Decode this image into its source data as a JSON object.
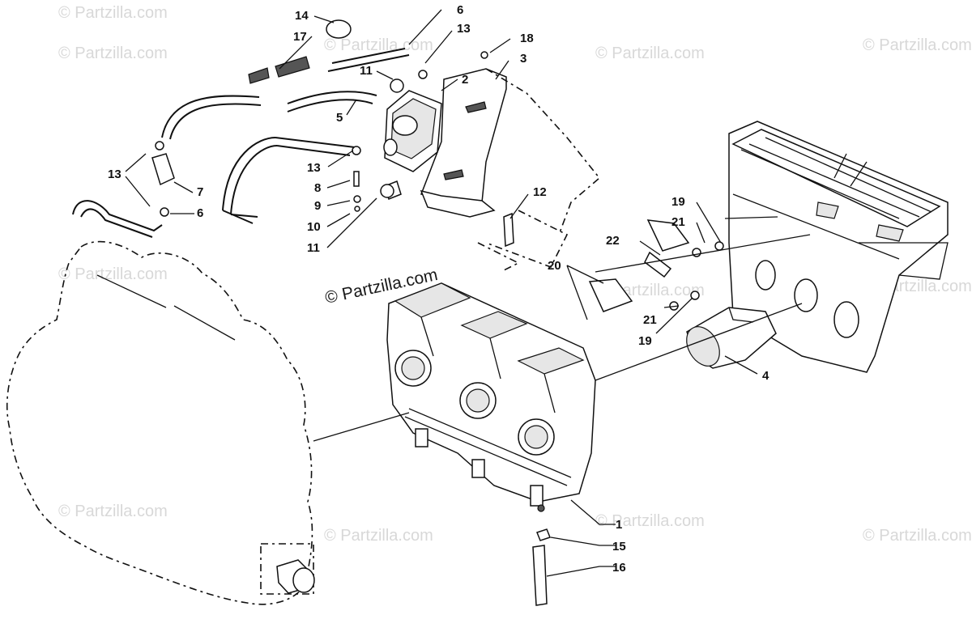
{
  "watermarks": {
    "main": "© Partzilla.com",
    "tiles": [
      "© Partzilla.com",
      "© Partzilla.com",
      "© Partzilla.com",
      "© Partzilla.com",
      "© Partzilla.com",
      "© Partzilla.com",
      "© Partzilla.com",
      "© Partzilla.com",
      "© Partzilla.com",
      "© Partzilla.com",
      "© Partzilla.com",
      "© Partzilla.com"
    ]
  },
  "callouts": [
    "14",
    "6",
    "17",
    "13",
    "18",
    "3",
    "11",
    "2",
    "5",
    "13",
    "7",
    "13",
    "8",
    "9",
    "10",
    "11",
    "12",
    "6",
    "19",
    "21",
    "22",
    "20",
    "21",
    "19",
    "4",
    "1",
    "15",
    "16"
  ]
}
